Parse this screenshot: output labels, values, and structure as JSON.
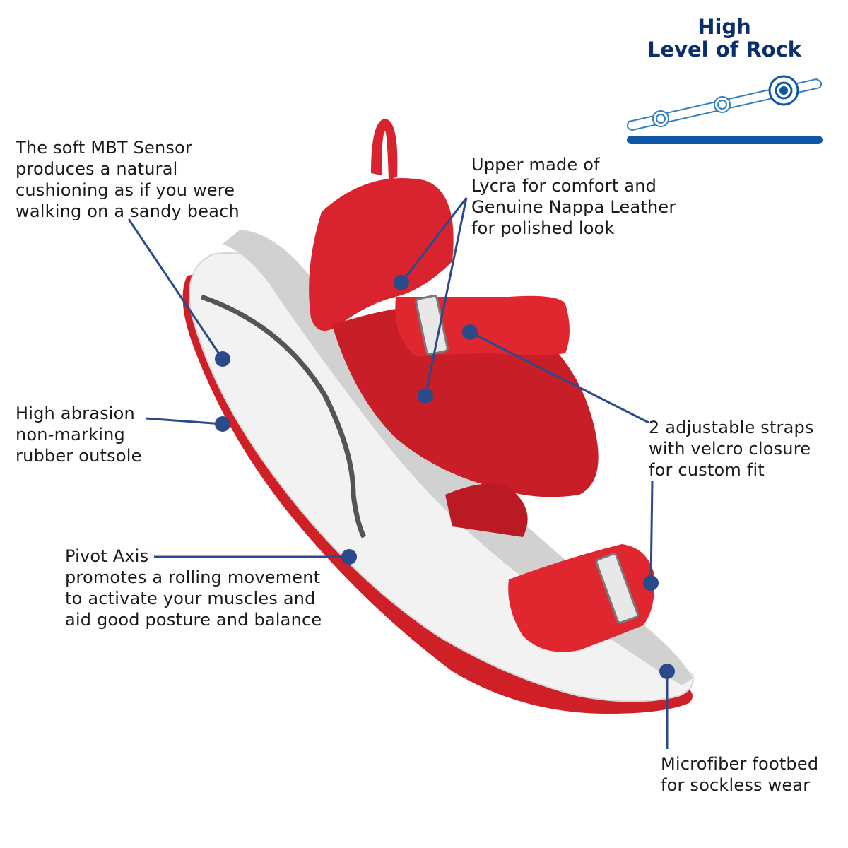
{
  "rock_indicator": {
    "title_line1": "High",
    "title_line2": "Level of Rock",
    "accent_color": "#0d57a6",
    "title_color": "#0b2f6b"
  },
  "product": {
    "name": "red-sandal",
    "colors": {
      "upper": "#d9232e",
      "sole": "#f2f2f2",
      "outsole": "#cf1f27",
      "footbed": "#cfcfcf"
    }
  },
  "callout_color": "#2a4a8c",
  "callouts": {
    "sensor": {
      "lines": [
        "The soft MBT Sensor",
        "produces a natural",
        "cushioning as if you were",
        "walking on a sandy beach"
      ]
    },
    "upper": {
      "lines": [
        "Upper made of",
        "Lycra for comfort and",
        "Genuine Nappa Leather",
        "for polished look"
      ]
    },
    "outsole": {
      "lines": [
        "High abrasion",
        "non-marking",
        "rubber outsole"
      ]
    },
    "straps": {
      "lines": [
        "2 adjustable straps",
        "with velcro closure",
        "for custom fit"
      ]
    },
    "pivot": {
      "lines": [
        "Pivot Axis",
        "promotes a rolling movement",
        "to activate your muscles and",
        "aid good posture and balance"
      ]
    },
    "footbed": {
      "lines": [
        "Microfiber footbed",
        "for sockless wear"
      ]
    }
  }
}
